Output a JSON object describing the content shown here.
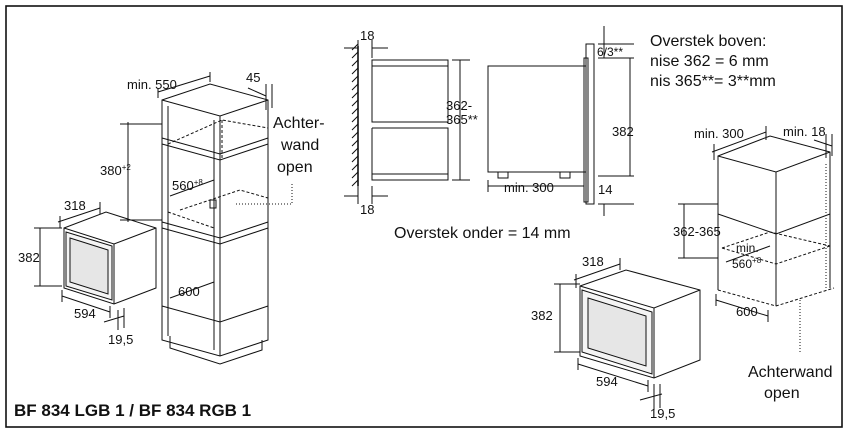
{
  "title": "BF 834 LGB 1 / BF 834 RGB 1",
  "labels": {
    "achterwand_left_1": "Achter-",
    "achterwand_left_2": "wand",
    "achterwand_left_3": "open",
    "achterwand_right_1": "Achterwand",
    "achterwand_right_2": "open",
    "overstek_boven_1": "Overstek boven:",
    "overstek_boven_2": "nise 362 = 6 mm",
    "overstek_boven_3": "nis 365**= 3**mm",
    "overstek_onder": "Overstek onder = 14 mm"
  },
  "dims": {
    "min550": "min. 550",
    "d45": "45",
    "d380": "380",
    "d380sup": "+2",
    "d560": "560",
    "d560sup": "+8",
    "d600a": "600",
    "d318a": "318",
    "d382a": "382",
    "d594a": "594",
    "d195a": "19,5",
    "s18top": "18",
    "s18bot": "18",
    "s362": "362-",
    "s365": "365**",
    "s63": "6/3**",
    "s382": "382",
    "s14": "14",
    "smin300": "min. 300",
    "rmin300": "min. 300",
    "rmin18": "min. 18",
    "r362365": "362-365",
    "rmin": "min.",
    "r560": "560",
    "r560sup": "+8",
    "r600": "600",
    "d318b": "318",
    "d382b": "382",
    "d594b": "594",
    "d195b": "19,5"
  }
}
